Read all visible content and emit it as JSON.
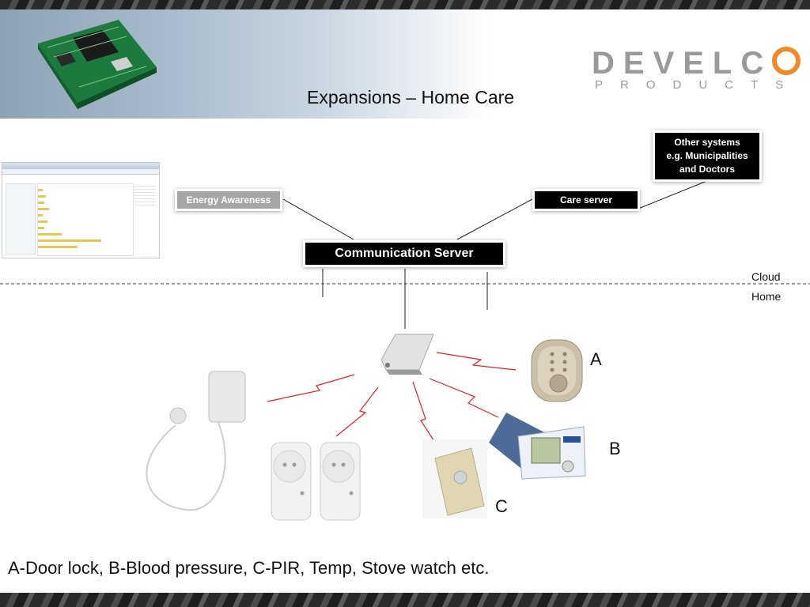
{
  "slide": {
    "title": "Expansions – Home Care",
    "caption": "A-Door lock, B-Blood pressure, C-PIR, Temp, Stove watch etc."
  },
  "logo": {
    "brand_prefix": "DEVELC",
    "brand_suffix": "O",
    "subline": "PRODUCTS",
    "accent_color": "#f08a24"
  },
  "boxes": {
    "other_systems": [
      "Other systems",
      "e.g. Municipalities",
      "and Doctors"
    ],
    "energy_awareness": "Energy Awareness",
    "care_server": "Care server",
    "communication_server": "Communication Server"
  },
  "zones": {
    "cloud": "Cloud",
    "home": "Home"
  },
  "device_letters": {
    "a": "A",
    "b": "B",
    "c": "C"
  },
  "colors": {
    "box_dark": "#000000",
    "box_grey": "#a6a6a6",
    "wireless_link": "#e02020"
  }
}
